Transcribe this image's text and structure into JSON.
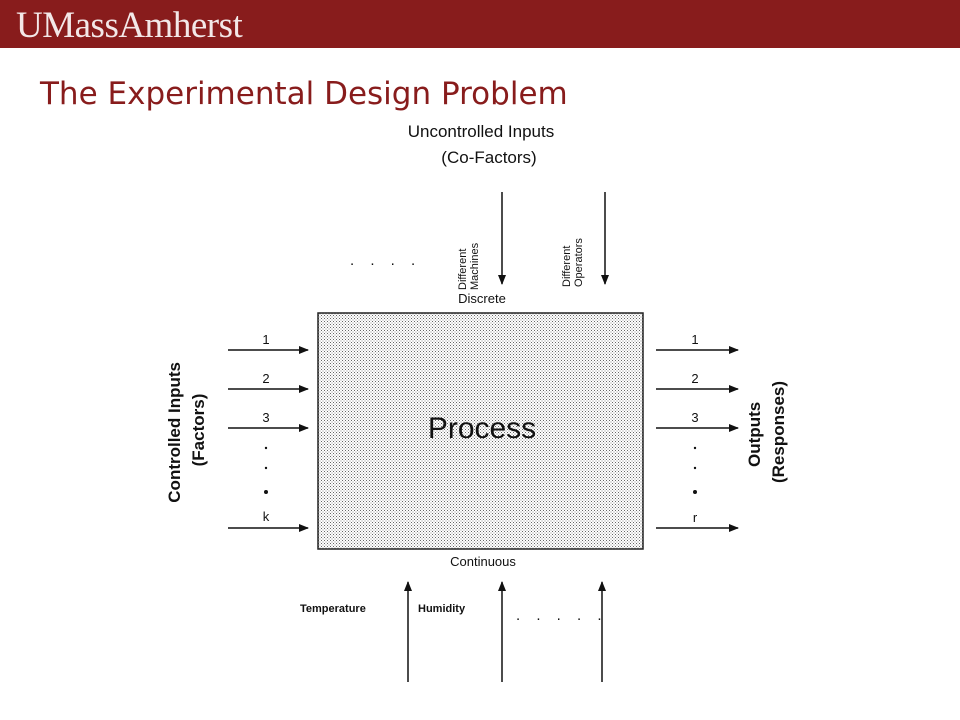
{
  "header": {
    "logo_text": "UMassAmherst",
    "brand_color": "#881c1c"
  },
  "slide": {
    "title": "The Experimental Design Problem"
  },
  "diagram": {
    "process_label": "Process",
    "uncontrolled_title": "Uncontrolled Inputs",
    "uncontrolled_subtitle": "(Co-Factors)",
    "top_dots": ". . . .",
    "top_cofactor_1_line1": "Different",
    "top_cofactor_1_line2": "Machines",
    "top_cofactor_2_line1": "Different",
    "top_cofactor_2_line2": "Operators",
    "discrete_label": "Discrete",
    "continuous_label": "Continuous",
    "bottom_cofactor_1": "Temperature",
    "bottom_cofactor_2": "Humidity",
    "bottom_dots": ". . . . .",
    "controlled_title": "Controlled Inputs",
    "controlled_subtitle": "(Factors)",
    "input_labels": [
      "1",
      "2",
      "3",
      "k"
    ],
    "outputs_title": "Outputs",
    "outputs_subtitle": "(Responses)",
    "output_labels": [
      "1",
      "2",
      "3",
      "r"
    ]
  }
}
